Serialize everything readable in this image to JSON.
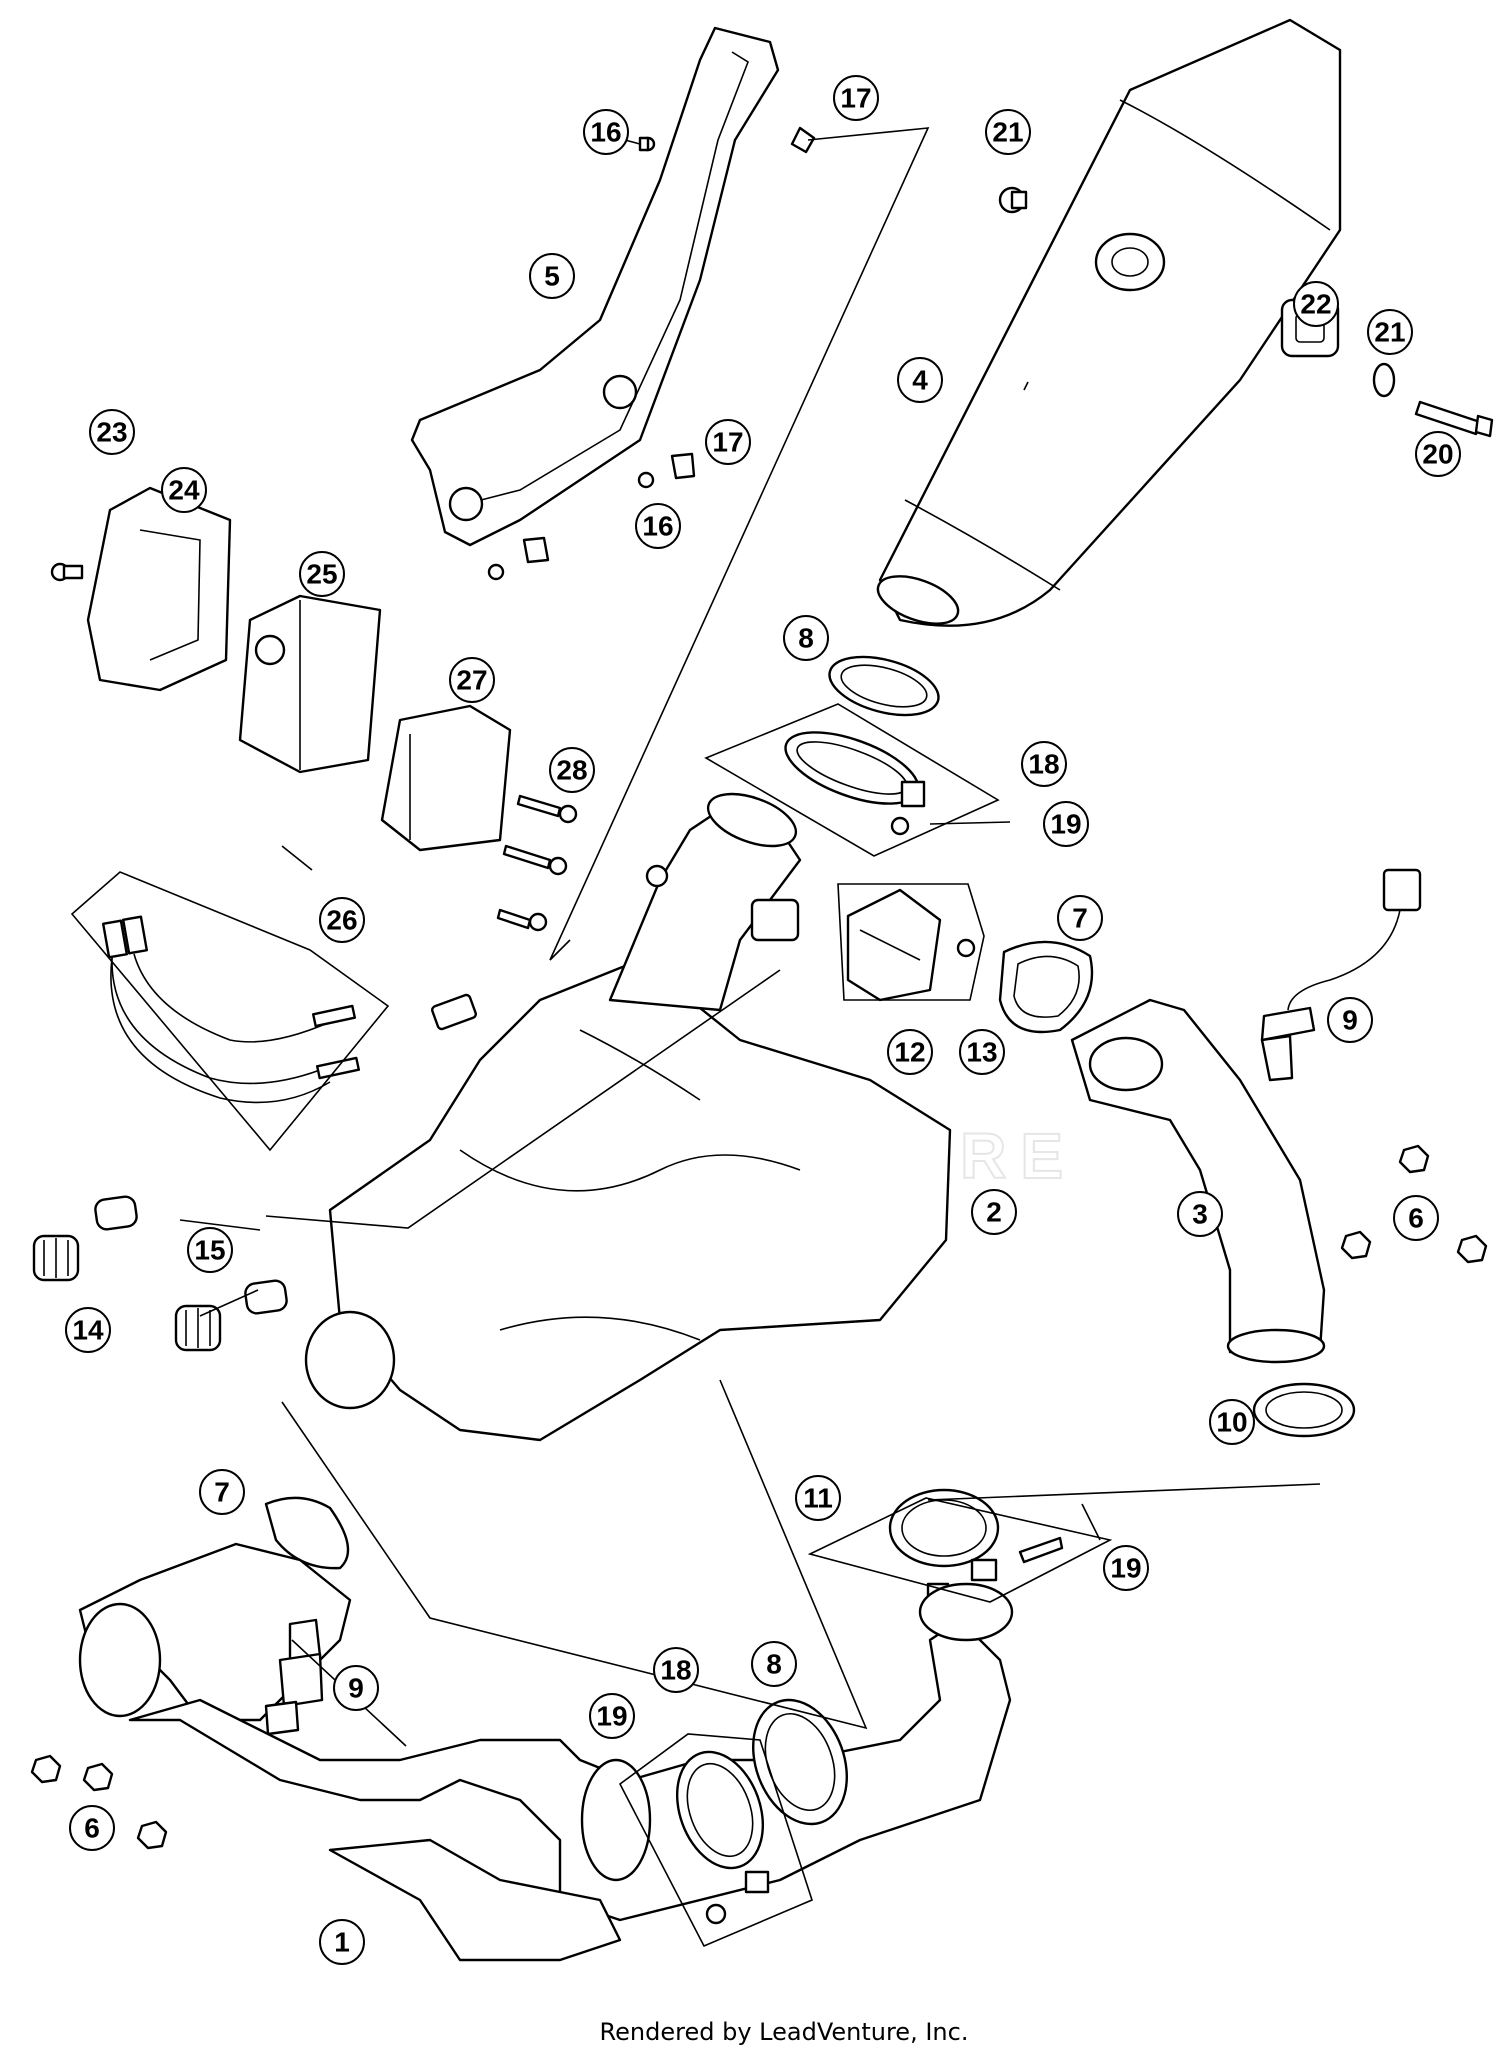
{
  "watermark": "LEADVENTURE",
  "credit": "Rendered by LeadVenture, Inc.",
  "callouts": [
    {
      "id": "c1",
      "label": "1"
    },
    {
      "id": "c2",
      "label": "2"
    },
    {
      "id": "c3",
      "label": "3"
    },
    {
      "id": "c4",
      "label": "4"
    },
    {
      "id": "c5",
      "label": "5"
    },
    {
      "id": "c6a",
      "label": "6"
    },
    {
      "id": "c6b",
      "label": "6"
    },
    {
      "id": "c7a",
      "label": "7"
    },
    {
      "id": "c7b",
      "label": "7"
    },
    {
      "id": "c8a",
      "label": "8"
    },
    {
      "id": "c8b",
      "label": "8"
    },
    {
      "id": "c9a",
      "label": "9"
    },
    {
      "id": "c9b",
      "label": "9"
    },
    {
      "id": "c10",
      "label": "10"
    },
    {
      "id": "c11",
      "label": "11"
    },
    {
      "id": "c12",
      "label": "12"
    },
    {
      "id": "c13",
      "label": "13"
    },
    {
      "id": "c14",
      "label": "14"
    },
    {
      "id": "c15",
      "label": "15"
    },
    {
      "id": "c16a",
      "label": "16"
    },
    {
      "id": "c16b",
      "label": "16"
    },
    {
      "id": "c17a",
      "label": "17"
    },
    {
      "id": "c17b",
      "label": "17"
    },
    {
      "id": "c18a",
      "label": "18"
    },
    {
      "id": "c18b",
      "label": "18"
    },
    {
      "id": "c19a",
      "label": "19"
    },
    {
      "id": "c19b",
      "label": "19"
    },
    {
      "id": "c19c",
      "label": "19"
    },
    {
      "id": "c20",
      "label": "20"
    },
    {
      "id": "c21a",
      "label": "21"
    },
    {
      "id": "c21b",
      "label": "21"
    },
    {
      "id": "c22",
      "label": "22"
    },
    {
      "id": "c23",
      "label": "23"
    },
    {
      "id": "c24",
      "label": "24"
    },
    {
      "id": "c25",
      "label": "25"
    },
    {
      "id": "c26",
      "label": "26"
    },
    {
      "id": "c27",
      "label": "27"
    },
    {
      "id": "c28",
      "label": "28"
    }
  ]
}
